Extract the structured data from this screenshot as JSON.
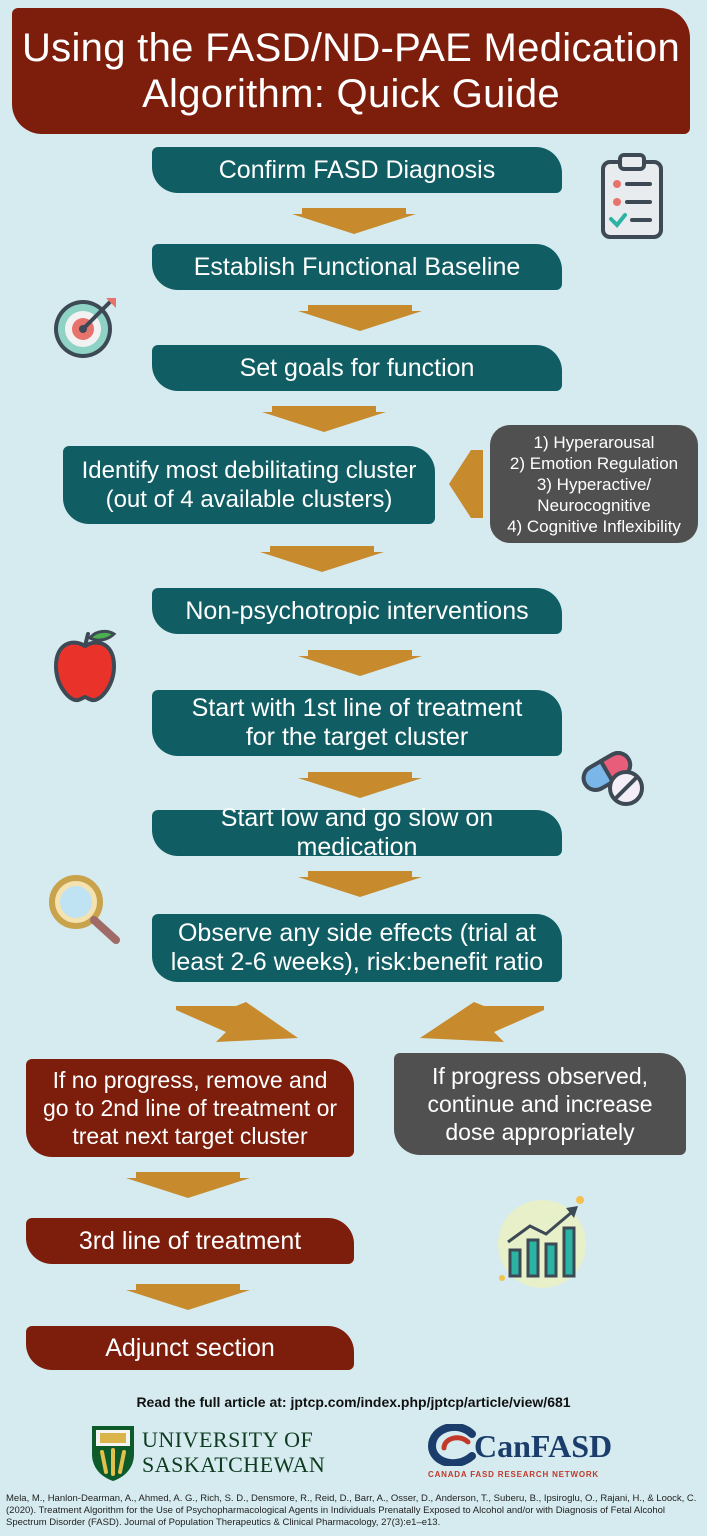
{
  "title": {
    "line1": "Using the FASD/ND-PAE Medication",
    "line2": "Algorithm: Quick Guide"
  },
  "steps": {
    "confirm": "Confirm FASD Diagnosis",
    "baseline": "Establish Functional Baseline",
    "goals": "Set goals for function",
    "identify_line1": "Identify most debilitating cluster",
    "identify_line2": "(out of 4 available clusters)",
    "nonpsycho": "Non-psychotropic interventions",
    "first_line1": "Start with 1st line of treatment",
    "first_line2": "for the target cluster",
    "startlow": "Start low and go slow on medication",
    "observe_line1": "Observe any side effects (trial at",
    "observe_line2": "least 2-6 weeks), risk:benefit ratio",
    "noprogress_line1": "If no progress, remove and",
    "noprogress_line2": "go to 2nd line of treatment or",
    "noprogress_line3": "treat next target cluster",
    "progress_line1": "If progress observed,",
    "progress_line2": "continue and increase",
    "progress_line3": "dose appropriately",
    "third": "3rd line of treatment",
    "adjunct": "Adjunct section"
  },
  "clusters": [
    "1) Hyperarousal",
    "2) Emotion Regulation",
    "3) Hyperactive/",
    "Neurocognitive",
    "4) Cognitive Inflexibility"
  ],
  "reference": "Read the full article at: jptcp.com/index.php/jptcp/article/view/681",
  "logos": {
    "usask_line1": "UNIVERSITY OF",
    "usask_line2": "SASKATCHEWAN",
    "canfasd": "CanFASD",
    "canfasd_sub": "CANADA FASD RESEARCH NETWORK"
  },
  "citation": "Mela, M., Hanlon-Dearman, A., Ahmed, A. G., Rich, S. D., Densmore, R., Reid, D., Barr, A., Osser, D., Anderson, T., Suberu, B., Ipsiroglu, O., Rajani, H., & Loock, C. (2020). Treatment Algorithm for the Use of Psychopharmacological Agents in Individuals Prenatally Exposed to Alcohol and/or with Diagnosis of Fetal Alcohol Spectrum Disorder (FASD). Journal of Population Therapeutics & Clinical Pharmacology, 27(3):e1–e13.",
  "icons": [
    "clipboard-icon",
    "target-icon",
    "apple-icon",
    "pills-icon",
    "magnifier-icon",
    "growth-chart-icon"
  ],
  "colors": {
    "background": "#d6ebef",
    "teal": "#105e63",
    "dark_red": "#7d1e0c",
    "grey": "#505050",
    "arrow": "#c78a2c"
  }
}
